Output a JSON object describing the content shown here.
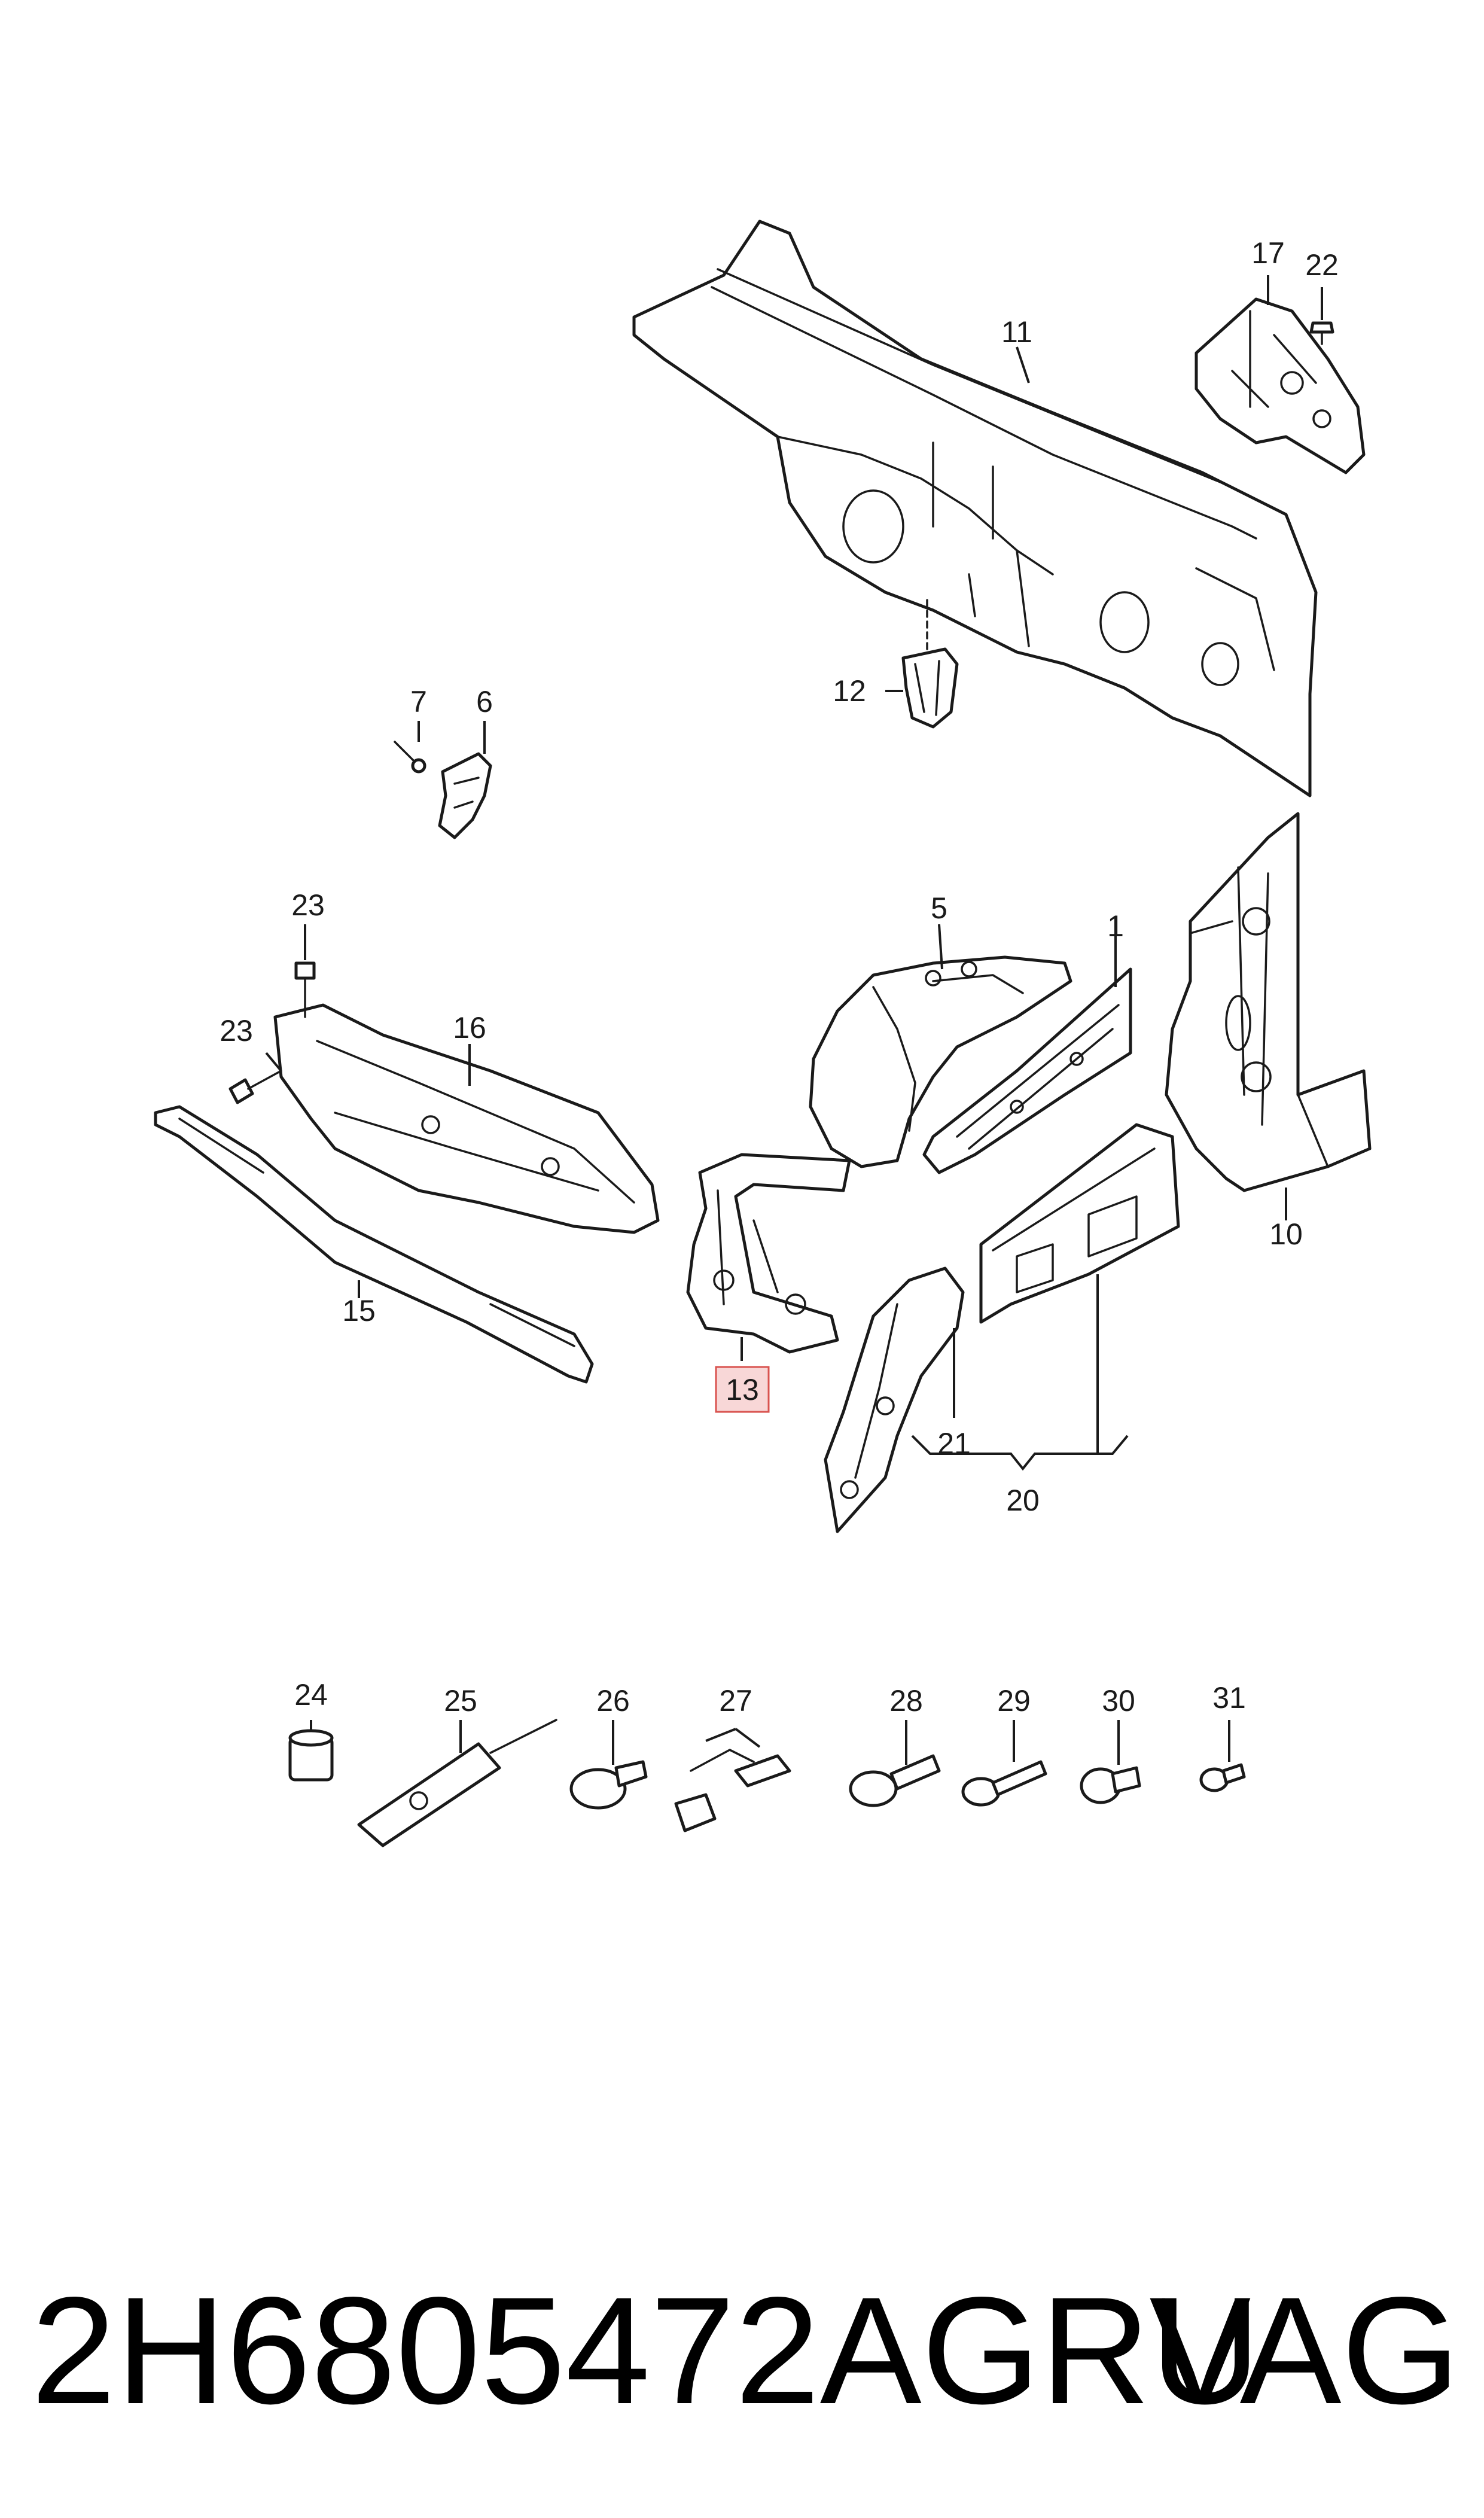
{
  "diagram": {
    "callouts": {
      "c1": "1",
      "c5": "5",
      "c6": "6",
      "c7": "7",
      "c10": "10",
      "c11": "11",
      "c12": "12",
      "c13": "13",
      "c15": "15",
      "c16": "16",
      "c17": "17",
      "c20": "20",
      "c21": "21",
      "c22": "22",
      "c23a": "23",
      "c23b": "23",
      "c24": "24",
      "c25": "25",
      "c26": "26",
      "c27": "27",
      "c28": "28",
      "c29": "29",
      "c30": "30",
      "c31": "31"
    },
    "highlighted_callout": "13",
    "highlight_color": "#f8d7d7"
  },
  "footer": {
    "part_number": "2H6805472AGRU",
    "brand": "VAG"
  }
}
